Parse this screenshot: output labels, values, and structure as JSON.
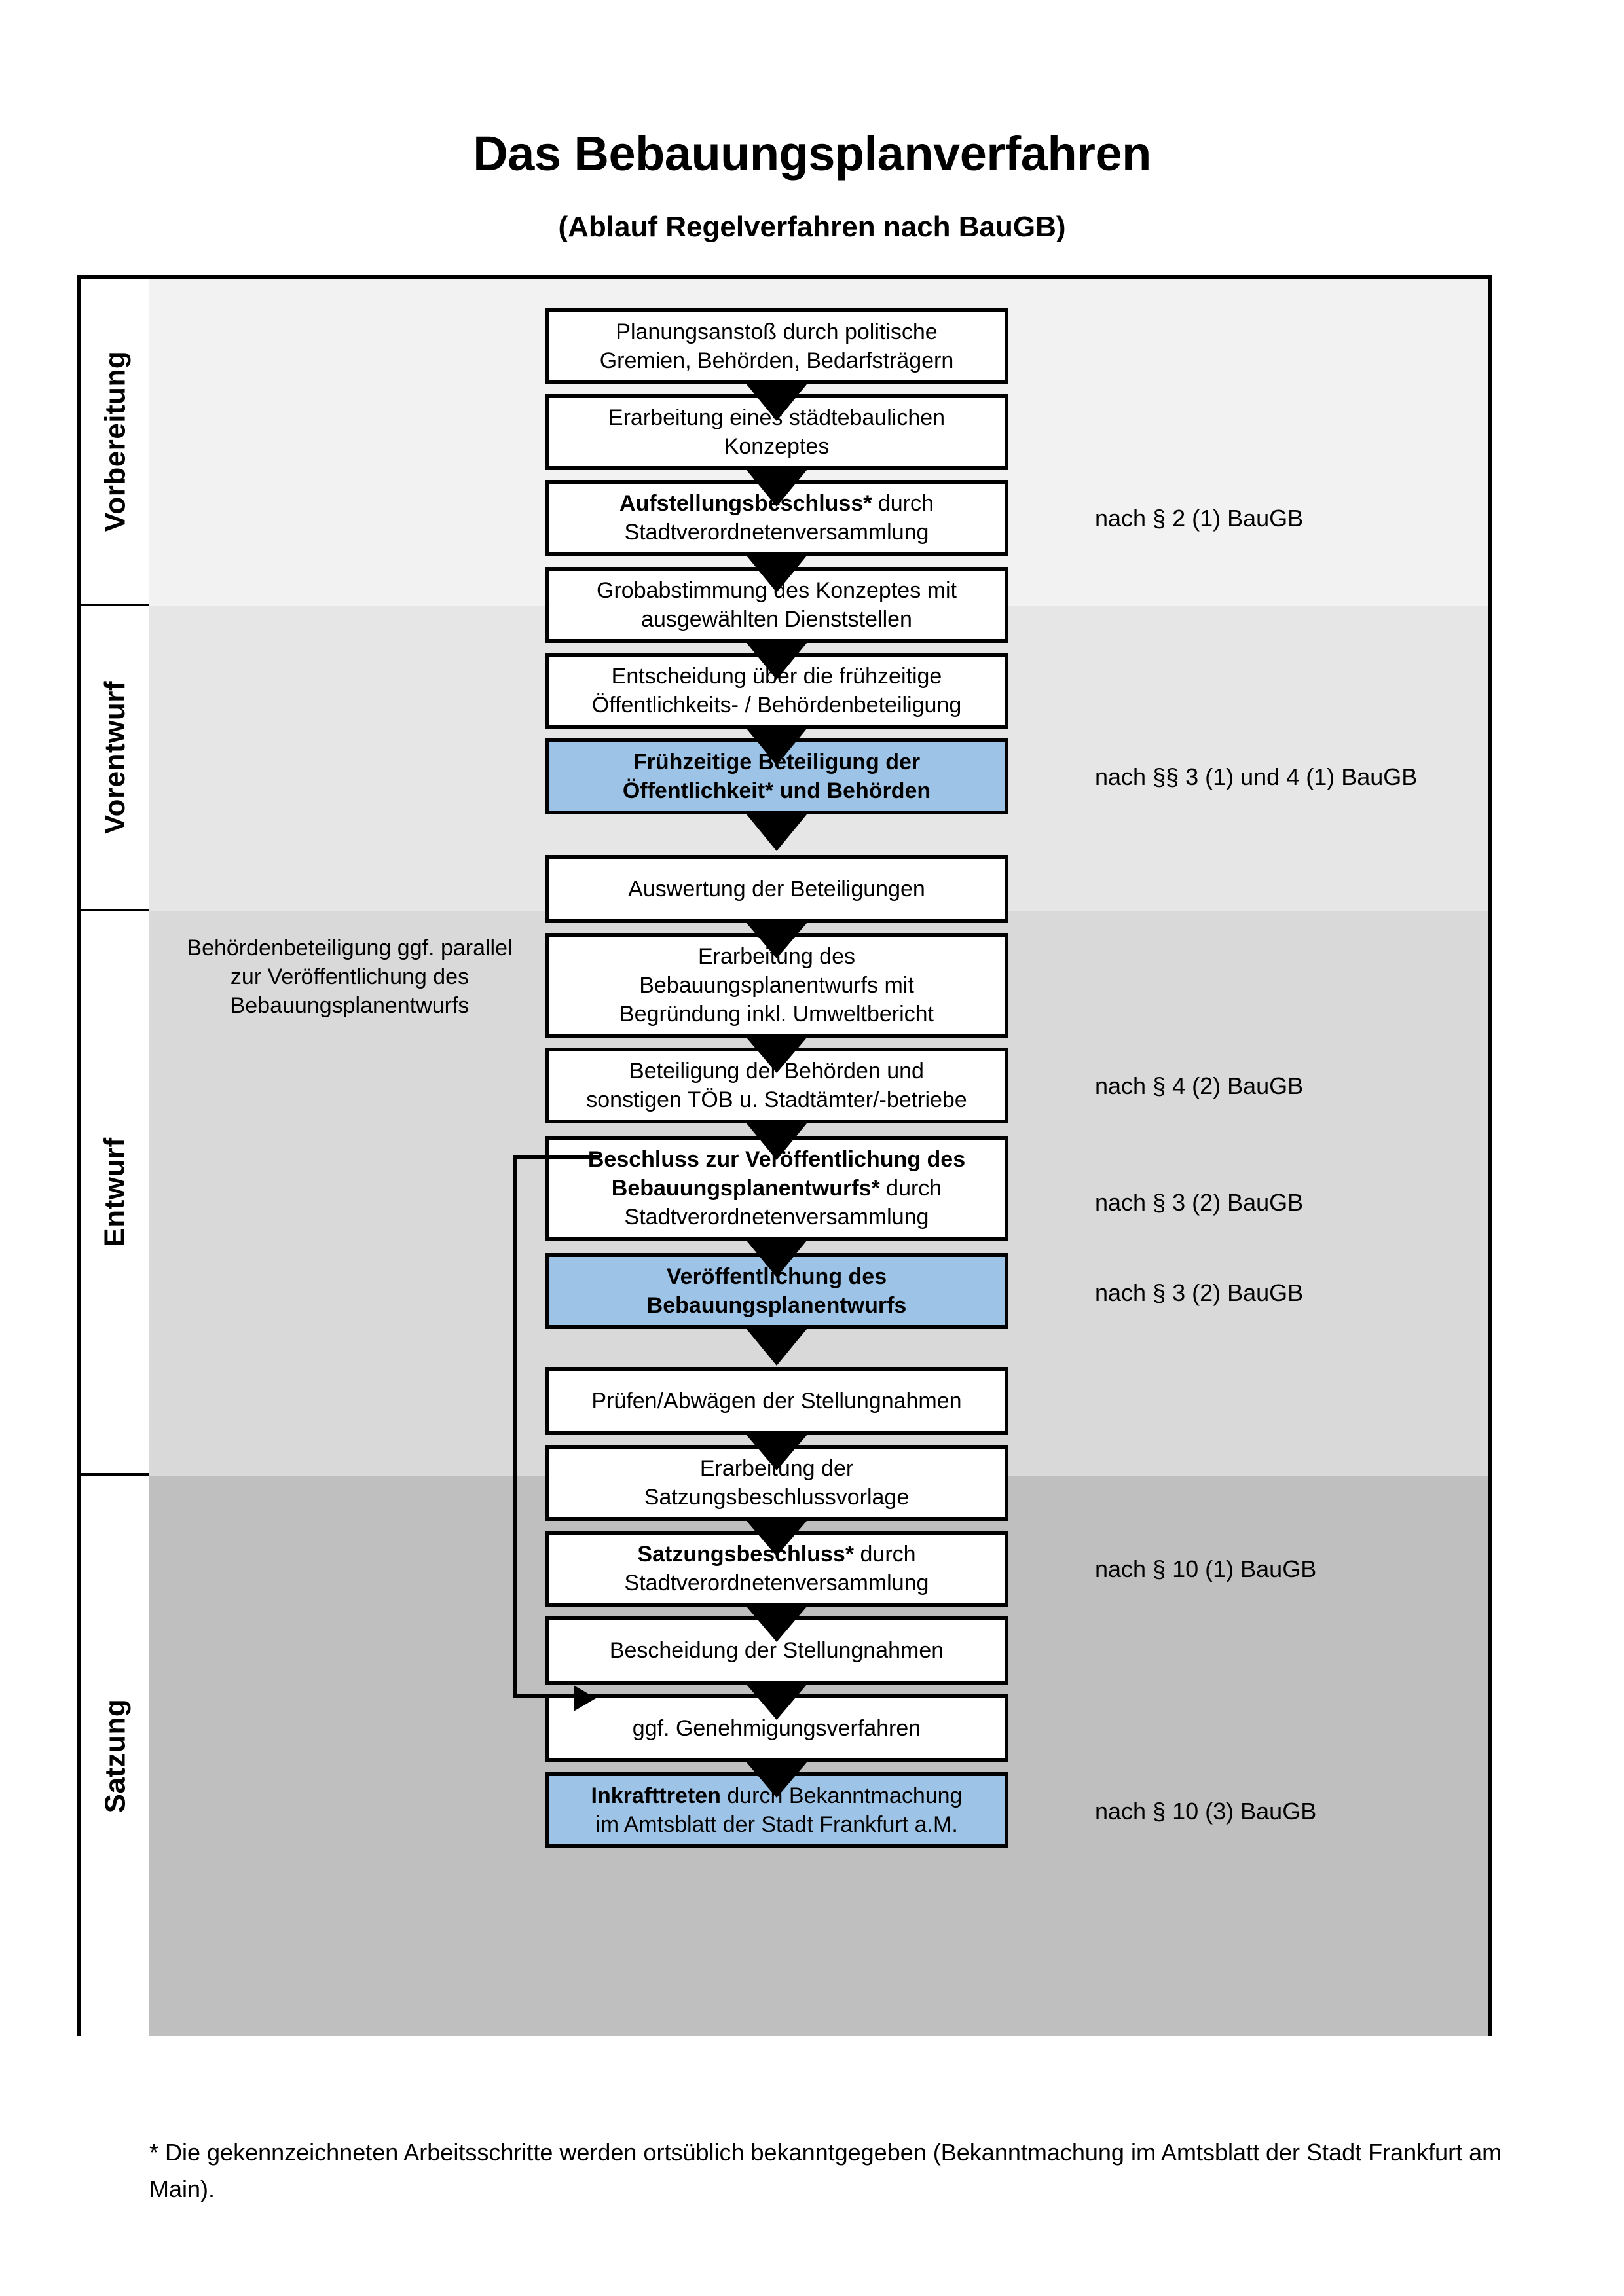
{
  "document": {
    "title": "Das Bebauungsplanverfahren",
    "subtitle": "(Ablauf Regelverfahren nach BauGB)",
    "footnote": "* Die gekennzeichneten Arbeitsschritte werden ortsüblich bekanntgegeben (Bekanntmachung im Amtsblatt  der Stadt Frankfurt am Main)."
  },
  "colors": {
    "highlight": "#9DC3E6",
    "band_vorbereitung": "#F2F2F2",
    "band_vorentwurf": "#E6E6E6",
    "band_entwurf": "#D9D9D9",
    "band_satzung": "#BFBFBF",
    "border": "#000000"
  },
  "phases": [
    {
      "label": "Vorbereitung"
    },
    {
      "label": "Vorentwurf"
    },
    {
      "label": "Entwurf"
    },
    {
      "label": "Satzung"
    }
  ],
  "steps": [
    {
      "line1": "Planungsanstoß durch politische",
      "line2": "Gremien, Behörden, Bedarfsträgern",
      "bold1": "",
      "highlight": false
    },
    {
      "line1": "Erarbeitung eines städtebaulichen",
      "line2": "Konzeptes",
      "bold1": "",
      "highlight": false
    },
    {
      "line1": "Aufstellungsbeschluss* durch",
      "line2": "Stadtverordnetenversammlung",
      "bold1": "Aufstellungsbeschluss*",
      "rest1": " durch",
      "highlight": false
    },
    {
      "line1": "Grobabstimmung des Konzeptes mit",
      "line2": "ausgewählten Dienststellen",
      "bold1": "",
      "highlight": false
    },
    {
      "line1": "Entscheidung über die frühzeitige",
      "line2": "Öffentlichkeits- / Behördenbeteiligung",
      "bold1": "",
      "highlight": false
    },
    {
      "line1": "Frühzeitige Beteiligung der",
      "line2": "Öffentlichkeit* und Behörden",
      "bold_all": true,
      "highlight": true
    },
    {
      "line1": "Auswertung der Beteiligungen",
      "line2": "",
      "bold1": "",
      "highlight": false
    },
    {
      "line1": "Erarbeitung des",
      "line2": "Bebauungsplanentwurfs mit",
      "line3": "Begründung inkl. Umweltbericht",
      "bold1": "",
      "highlight": false
    },
    {
      "line1": "Beteiligung der Behörden und",
      "line2": "sonstigen TÖB u. Stadtämter/-betriebe",
      "bold1": "",
      "highlight": false
    },
    {
      "line1": "Beschluss zur Veröffentlichung des",
      "line2": "Bebauungsplanentwurfs* durch",
      "line3": "Stadtverordnetenversammlung",
      "bold_lines": 2,
      "bold_partial": "Bebauungsplanentwurfs*",
      "highlight": false
    },
    {
      "line1": "Veröffentlichung des",
      "line2": "Bebauungsplanentwurfs",
      "bold_all": true,
      "highlight": true
    },
    {
      "line1": "Prüfen/Abwägen der Stellungnahmen",
      "line2": "",
      "bold1": "",
      "highlight": false
    },
    {
      "line1": "Erarbeitung der",
      "line2": "Satzungsbeschlussvorlage",
      "bold1": "",
      "highlight": false
    },
    {
      "line1": "Satzungsbeschluss* durch",
      "line2": "Stadtverordnetenversammlung",
      "bold1": "Satzungsbeschluss*",
      "rest1": " durch",
      "highlight": false
    },
    {
      "line1": "Bescheidung der Stellungnahmen",
      "line2": "",
      "bold1": "",
      "highlight": false
    },
    {
      "line1": "ggf. Genehmigungsverfahren",
      "line2": "",
      "bold1": "",
      "highlight": false
    },
    {
      "line1": "Inkrafttreten durch Bekanntmachung",
      "line2": "im Amtsblatt der Stadt Frankfurt a.M.",
      "bold1": "Inkrafttreten",
      "rest1": " durch Bekanntmachung",
      "highlight": true
    }
  ],
  "side_note": {
    "line1": "Behördenbeteiligung",
    "line2": "ggf. parallel zur",
    "line3": "Veröffentlichung des",
    "line4": "Bebauungsplanentwurfs"
  },
  "references": [
    {
      "text": "nach § 2 (1) BauGB"
    },
    {
      "text": "nach §§ 3 (1) und 4 (1) BauGB"
    },
    {
      "text": "nach § 4 (2) BauGB"
    },
    {
      "text": "nach § 3 (2) BauGB"
    },
    {
      "text": "nach § 3 (2) BauGB"
    },
    {
      "text": "nach § 10 (1) BauGB"
    },
    {
      "text": "nach § 10 (3) BauGB"
    }
  ]
}
